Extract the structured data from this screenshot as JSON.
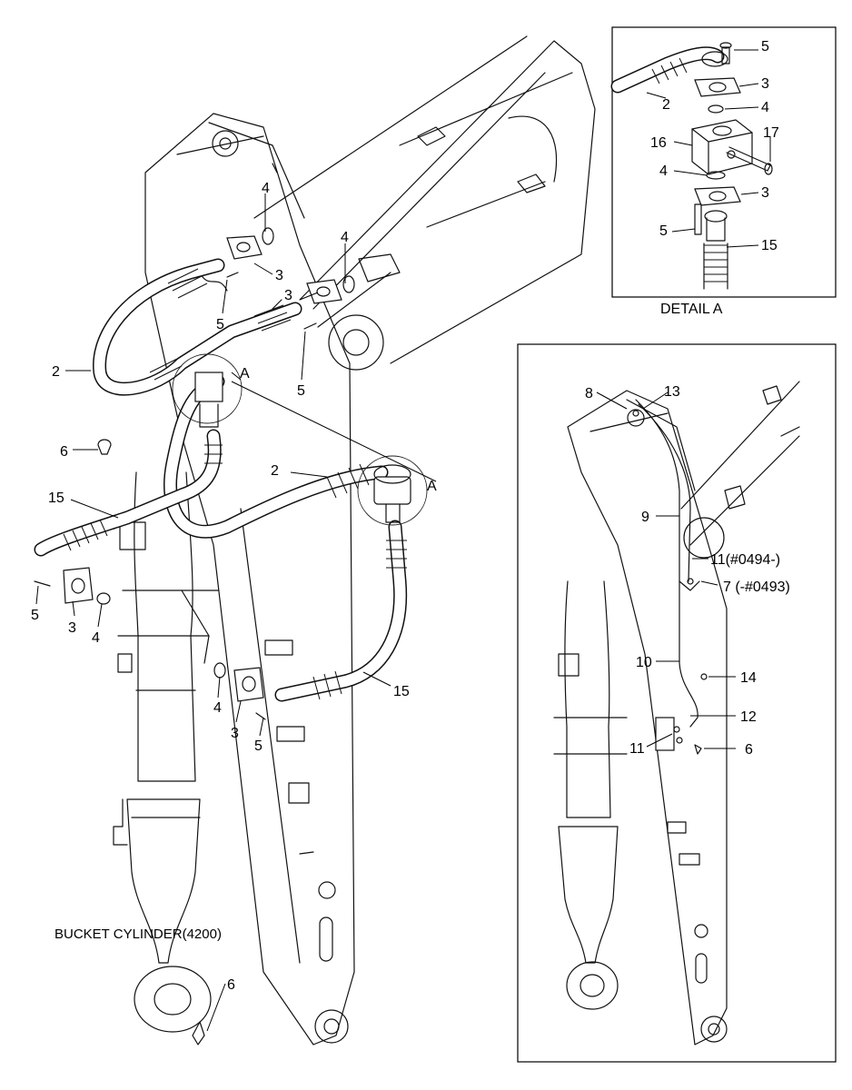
{
  "main_view": {
    "labels": {
      "l4a": "4",
      "l4b": "4",
      "l3a": "3",
      "l3b": "3",
      "l5a": "5",
      "l5b": "5",
      "l2a": "2",
      "lA1": "A",
      "l6a": "6",
      "l2b": "2",
      "l15a": "15",
      "lA2": "A",
      "l5c": "5",
      "l3c": "3",
      "l4c": "4",
      "l4d": "4",
      "l3d": "3",
      "l5d": "5",
      "l15b": "15",
      "l6b": "6"
    },
    "caption": "BUCKET CYLINDER(4200)"
  },
  "detail_a": {
    "title": "DETAIL  A",
    "labels": {
      "d5a": "5",
      "d3a": "3",
      "d2": "2",
      "d4a": "4",
      "d16": "16",
      "d17": "17",
      "d4b": "4",
      "d3b": "3",
      "d5b": "5",
      "d15": "15"
    }
  },
  "inset_view": {
    "labels": {
      "i8": "8",
      "i13": "13",
      "i9": "9",
      "i11a": "11(#0494-)",
      "i7": "7 (-#0493)",
      "i10": "10",
      "i14": "14",
      "i12": "12",
      "i11b": "11",
      "i6": "6"
    }
  }
}
